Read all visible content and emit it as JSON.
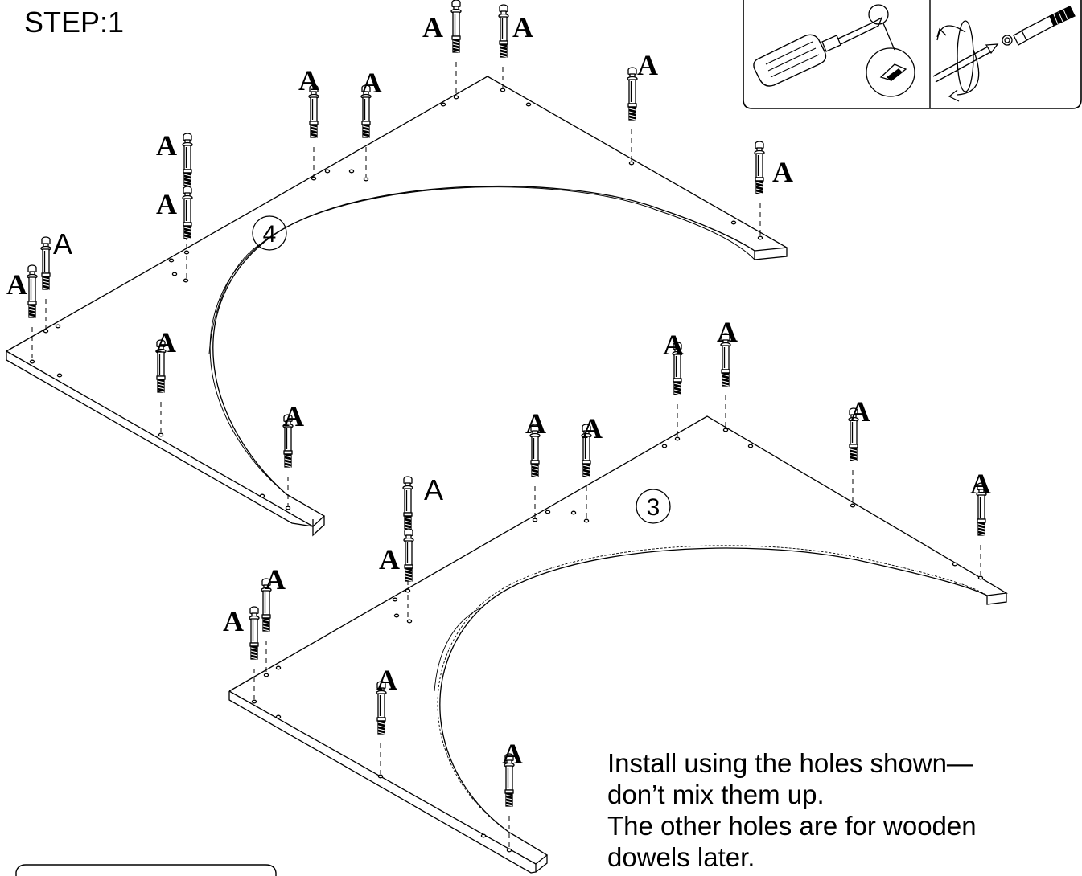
{
  "step": {
    "title": "STEP:1"
  },
  "hardware": {
    "label": "A"
  },
  "parts": [
    {
      "number": "4"
    },
    {
      "number": "3"
    }
  ],
  "instructions": {
    "lines": [
      "Install using the holes shown—",
      "don’t mix them up.",
      "The other holes are for wooden",
      "dowels later."
    ]
  },
  "colors": {
    "line": "#000000",
    "background": "#ffffff"
  },
  "icons": [
    "screwdriver-icon",
    "cam-bolt-icon",
    "rotation-arrow-icon"
  ]
}
